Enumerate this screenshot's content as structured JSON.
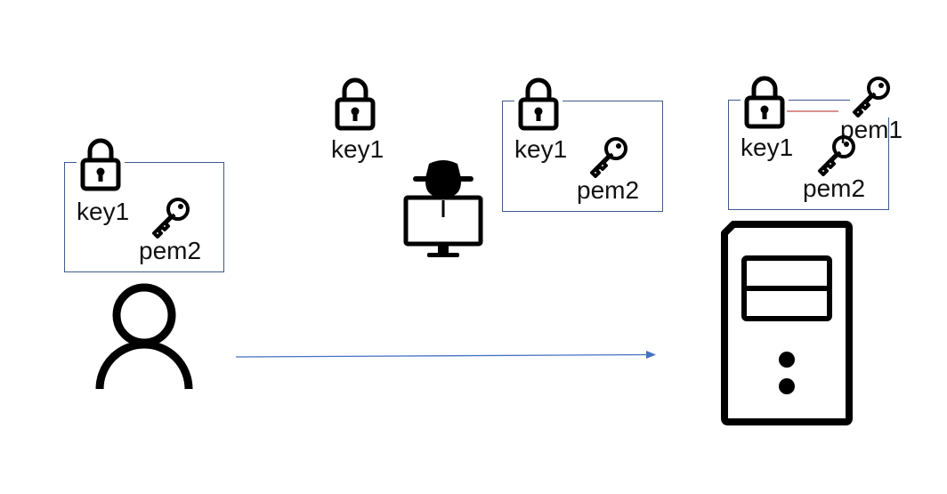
{
  "colors": {
    "stroke": "#000000",
    "box_border": "#3e5a8e",
    "arrow": "#4472c4",
    "highlight_line": "#c0504d"
  },
  "client_bundle": {
    "lock_label": "key1",
    "key_label": "pem2"
  },
  "intercepted_lock": {
    "label": "key1"
  },
  "attacker_bundle": {
    "lock_label": "key1",
    "key_label": "pem2"
  },
  "server_bundle": {
    "lock_label": "key1",
    "key1_label": "pem1",
    "key2_label": "pem2"
  },
  "icons": {
    "user": "user-icon",
    "attacker": "hacker-icon",
    "server": "server-tower-icon",
    "lock": "padlock-icon",
    "key": "key-icon"
  }
}
